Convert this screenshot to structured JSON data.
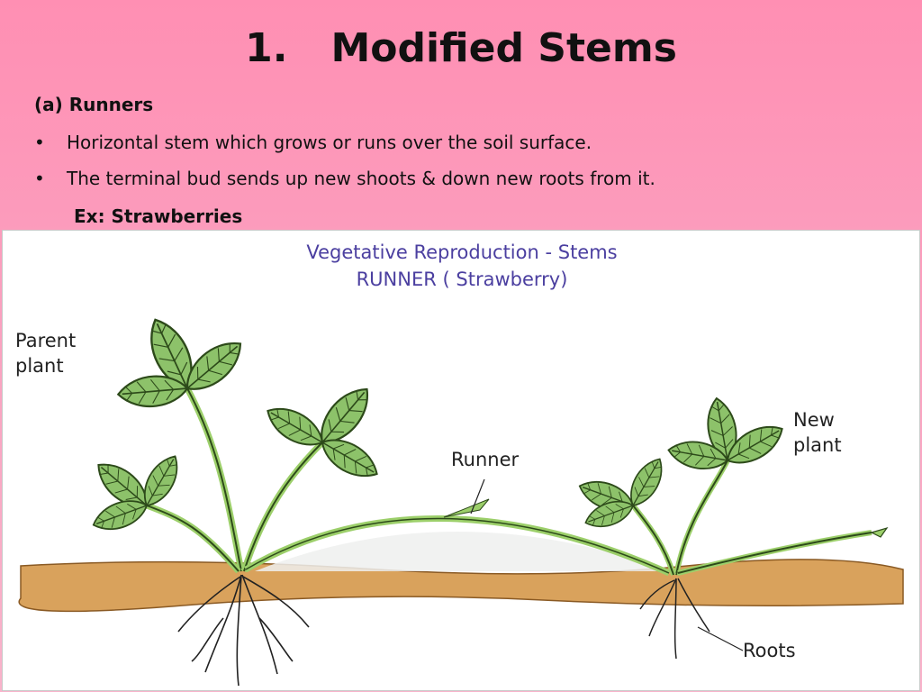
{
  "slide": {
    "number": "1.",
    "title": "Modified Stems",
    "section_heading": "(a) Runners",
    "bullets": [
      "Horizontal stem which grows or runs over the soil surface.",
      "The terminal bud sends up new shoots & down new roots from it."
    ],
    "bullet_symbol": "•",
    "example": "Ex: Strawberries"
  },
  "figure": {
    "title_line1": "Vegetative Reproduction - Stems",
    "title_line2": "RUNNER ( Strawberry)",
    "labels": {
      "parent_line1": "Parent",
      "parent_line2": "plant",
      "new_line1": "New",
      "new_line2": "plant",
      "runner": "Runner",
      "roots": "Roots"
    },
    "colors": {
      "title": "#4b3fa0",
      "leaf": "#8dc26a",
      "stem": "#9ccf6a",
      "soil": "#d9a25c",
      "background_pink": "#fba0bf"
    }
  }
}
